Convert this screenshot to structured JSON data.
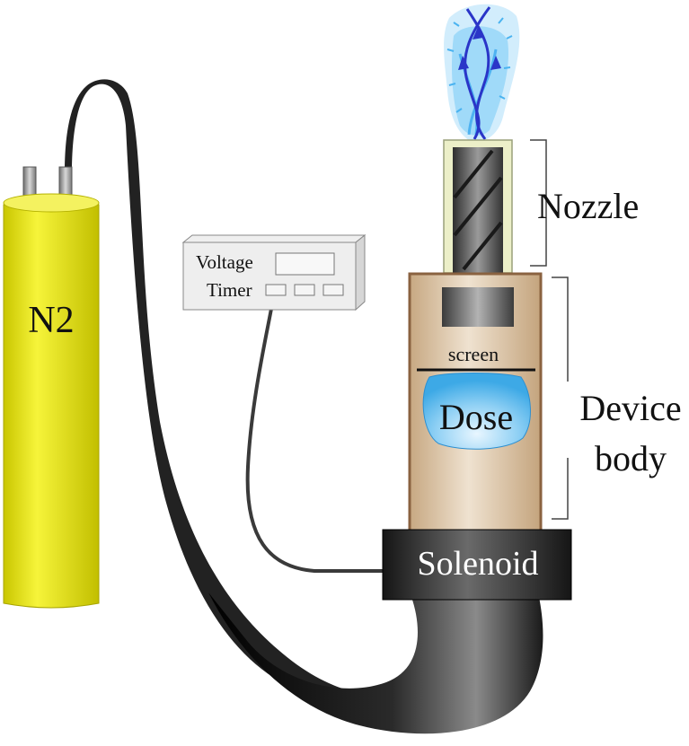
{
  "cylinder": {
    "label": "N2",
    "color": "#ecea16"
  },
  "controller": {
    "line1": "Voltage",
    "line2": "Timer"
  },
  "device": {
    "screen_label": "screen",
    "dose_label": "Dose",
    "solenoid_label": "Solenoid",
    "body_color": "#dcc4a8",
    "dose_color": "#4fb3ea"
  },
  "annotations": {
    "nozzle": "Nozzle",
    "device_body_line1": "Device",
    "device_body_line2": "body"
  }
}
